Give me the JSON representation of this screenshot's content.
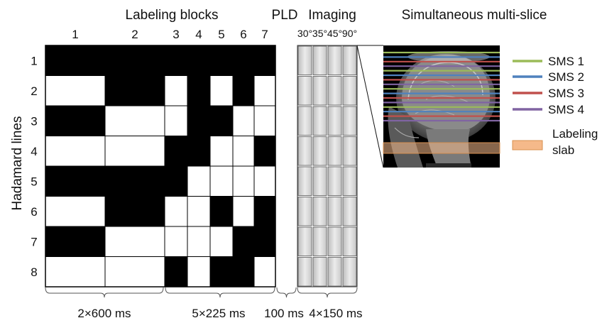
{
  "headers": {
    "labeling_blocks": "Labeling blocks",
    "pld": "PLD",
    "imaging": "Imaging",
    "sms": "Simultaneous multi-slice"
  },
  "y_axis_label": "Hadamard lines",
  "columns": [
    "1",
    "2",
    "3",
    "4",
    "5",
    "6",
    "7"
  ],
  "rows": [
    "1",
    "2",
    "3",
    "4",
    "5",
    "6",
    "7",
    "8"
  ],
  "matrix": [
    [
      1,
      1,
      1,
      1,
      1,
      1,
      1
    ],
    [
      0,
      1,
      0,
      1,
      0,
      1,
      0
    ],
    [
      1,
      0,
      0,
      1,
      1,
      0,
      0
    ],
    [
      0,
      0,
      1,
      1,
      0,
      0,
      1
    ],
    [
      1,
      1,
      1,
      0,
      0,
      0,
      0
    ],
    [
      0,
      1,
      0,
      0,
      1,
      0,
      1
    ],
    [
      1,
      0,
      0,
      0,
      0,
      1,
      1
    ],
    [
      0,
      0,
      1,
      0,
      1,
      1,
      0
    ]
  ],
  "imaging_angles": [
    "30°",
    "35°",
    "45°",
    "90°"
  ],
  "durations": {
    "long_blocks": "2×600 ms",
    "short_blocks": "5×225 ms",
    "pld": "100 ms",
    "imaging": "4×150 ms"
  },
  "legend": [
    {
      "label": "SMS 1",
      "color": "#9bbb59"
    },
    {
      "label": "SMS 2",
      "color": "#4f81bd"
    },
    {
      "label": "SMS 3",
      "color": "#c0504d"
    },
    {
      "label": "SMS 4",
      "color": "#8064a2"
    },
    {
      "label": "Labeling slab",
      "color": "#f5b98a"
    }
  ]
}
